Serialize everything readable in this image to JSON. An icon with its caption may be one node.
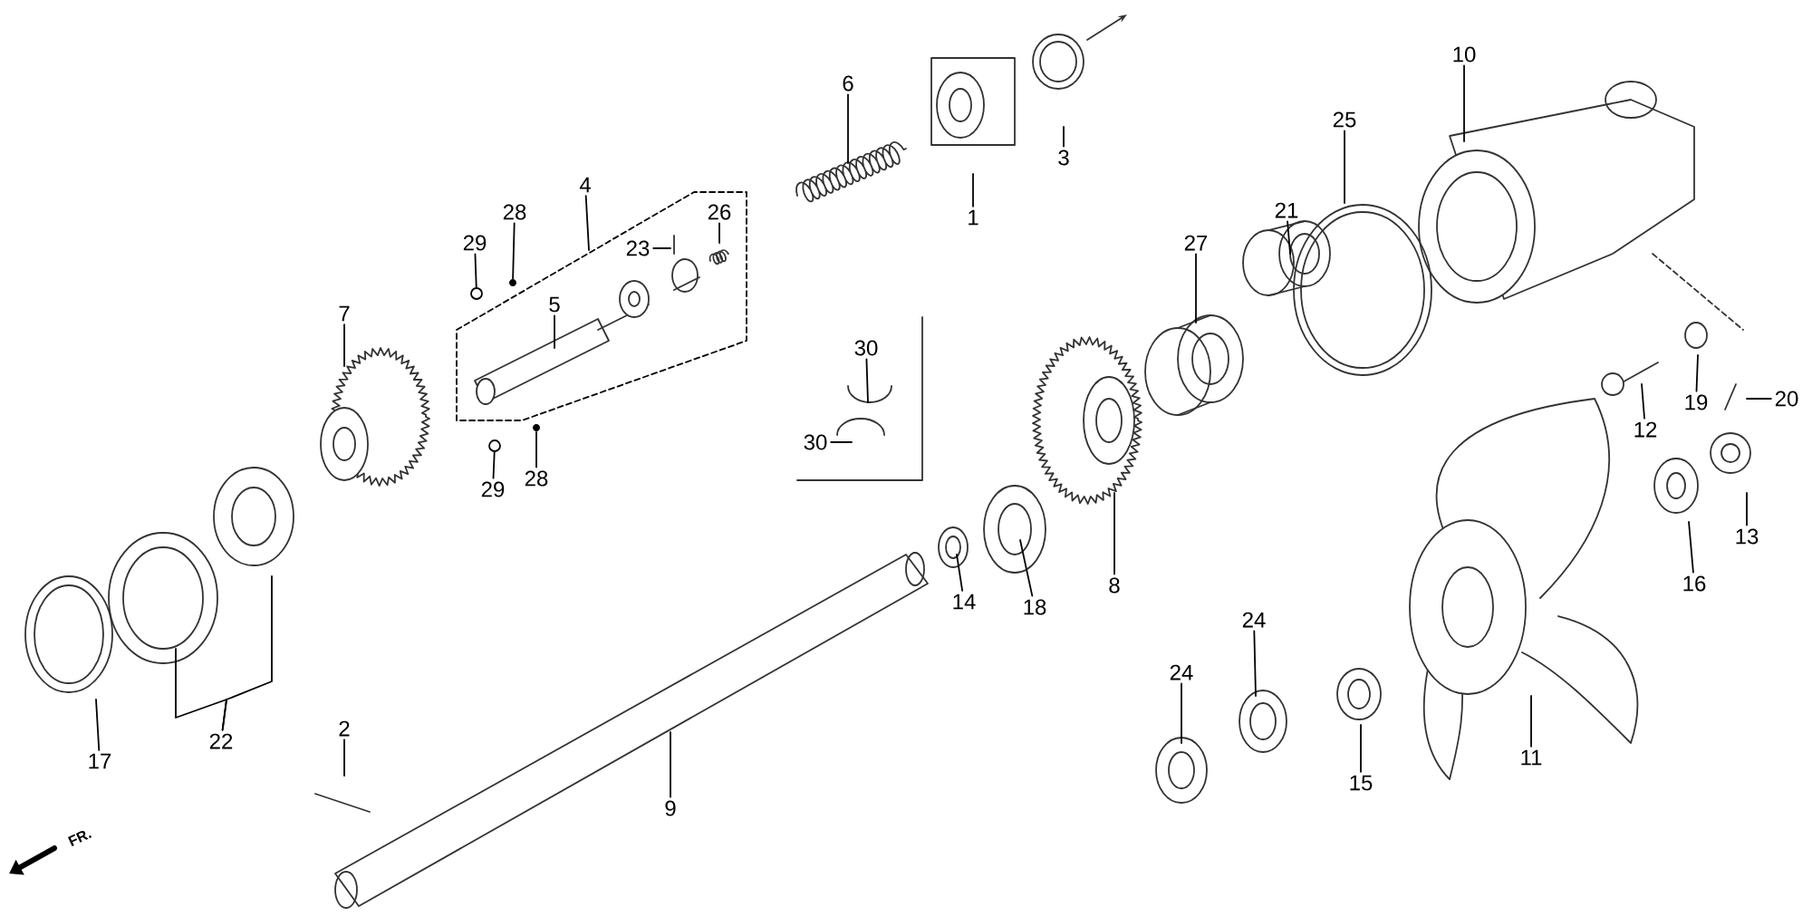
{
  "diagram": {
    "nodes": [
      {
        "text": [
          "6"
        ]
      },
      {
        "text": [
          "10"
        ]
      },
      {
        "text": [
          "3"
        ]
      },
      {
        "text": [
          "25"
        ]
      },
      {
        "text": [
          "4"
        ]
      },
      {
        "text": [],
        "shape": "box"
      },
      {
        "text": [
          "1"
        ]
      },
      {
        "text": [
          "21"
        ]
      },
      {
        "text": [
          "26"
        ],
        "in": 5
      },
      {
        "text": [
          "28"
        ]
      },
      {
        "text": [
          "27"
        ]
      },
      {
        "text": [
          "29"
        ]
      },
      {
        "text": [
          "23"
        ],
        "in": 5
      },
      {
        "text": [
          "5"
        ],
        "in": 5
      },
      {
        "text": [
          "7"
        ]
      },
      {
        "text": [
          "30"
        ]
      },
      {
        "text": [
          "20"
        ]
      },
      {
        "text": [
          "19"
        ]
      },
      {
        "text": [
          "12"
        ]
      },
      {
        "text": [
          "30"
        ]
      },
      {
        "text": [
          "29"
        ]
      },
      {
        "text": [
          "28"
        ]
      },
      {
        "text": [
          "13"
        ]
      },
      {
        "text": [
          "8"
        ]
      },
      {
        "text": [
          "16"
        ]
      },
      {
        "text": [
          "14"
        ]
      },
      {
        "text": [
          "18"
        ]
      },
      {
        "text": [
          "24"
        ]
      },
      {
        "text": [
          "24"
        ]
      },
      {
        "text": [
          "2"
        ]
      },
      {
        "text": [
          "22"
        ]
      },
      {
        "text": [
          "11"
        ]
      },
      {
        "text": [
          "17"
        ]
      },
      {
        "text": [
          "15"
        ]
      },
      {
        "text": [
          "9"
        ]
      },
      {
        "text": [],
        "shape": "circle"
      },
      {
        "text": [],
        "shape": "dot"
      },
      {
        "text": [],
        "shape": "circle"
      },
      {
        "text": [],
        "shape": "dot"
      }
    ],
    "edges": [
      {
        "from": 0,
        "to": null,
        "arrow": "none"
      },
      {
        "from": 1,
        "to": null,
        "arrow": "none"
      },
      {
        "from": 2,
        "to": null,
        "arrow": "none"
      },
      {
        "from": 3,
        "to": null,
        "arrow": "none"
      },
      {
        "from": 4,
        "to": 5,
        "arrow": "none"
      },
      {
        "from": 6,
        "to": null,
        "arrow": "none"
      },
      {
        "from": 7,
        "to": null,
        "arrow": "none"
      },
      {
        "from": 8,
        "to": null,
        "arrow": "none"
      },
      {
        "from": 9,
        "to": 36,
        "arrow": "none"
      },
      {
        "from": 10,
        "to": null,
        "arrow": "none"
      },
      {
        "from": 11,
        "to": 35,
        "arrow": "none"
      },
      {
        "from": 12,
        "to": null,
        "arrow": "none"
      },
      {
        "from": 13,
        "to": null,
        "arrow": "none"
      },
      {
        "from": 14,
        "to": null,
        "arrow": "none"
      },
      {
        "from": 15,
        "to": null,
        "arrow": "none"
      },
      {
        "from": 16,
        "to": null,
        "arrow": "none"
      },
      {
        "from": 17,
        "to": null,
        "arrow": "none"
      },
      {
        "from": 18,
        "to": null,
        "arrow": "none"
      },
      {
        "from": 19,
        "to": null,
        "arrow": "none"
      },
      {
        "from": 20,
        "to": 37,
        "arrow": "none"
      },
      {
        "from": 21,
        "to": 38,
        "arrow": "none"
      },
      {
        "from": 22,
        "to": null,
        "arrow": "none"
      },
      {
        "from": 23,
        "to": null,
        "arrow": "none"
      },
      {
        "from": 24,
        "to": null,
        "arrow": "none"
      },
      {
        "from": 25,
        "to": null,
        "arrow": "none"
      },
      {
        "from": 26,
        "to": null,
        "arrow": "none"
      },
      {
        "from": 27,
        "to": null,
        "arrow": "none"
      },
      {
        "from": 28,
        "to": null,
        "arrow": "none"
      },
      {
        "from": 29,
        "to": null,
        "arrow": "none"
      },
      {
        "from": 30,
        "to": null,
        "arrow": "none"
      },
      {
        "from": 30,
        "to": null,
        "arrow": "none"
      },
      {
        "from": 31,
        "to": null,
        "arrow": "none"
      },
      {
        "from": 32,
        "to": null,
        "arrow": "none"
      },
      {
        "from": 33,
        "to": null,
        "arrow": "none"
      },
      {
        "from": 34,
        "to": null,
        "arrow": "none"
      }
    ],
    "labels": [
      "FR."
    ]
  }
}
